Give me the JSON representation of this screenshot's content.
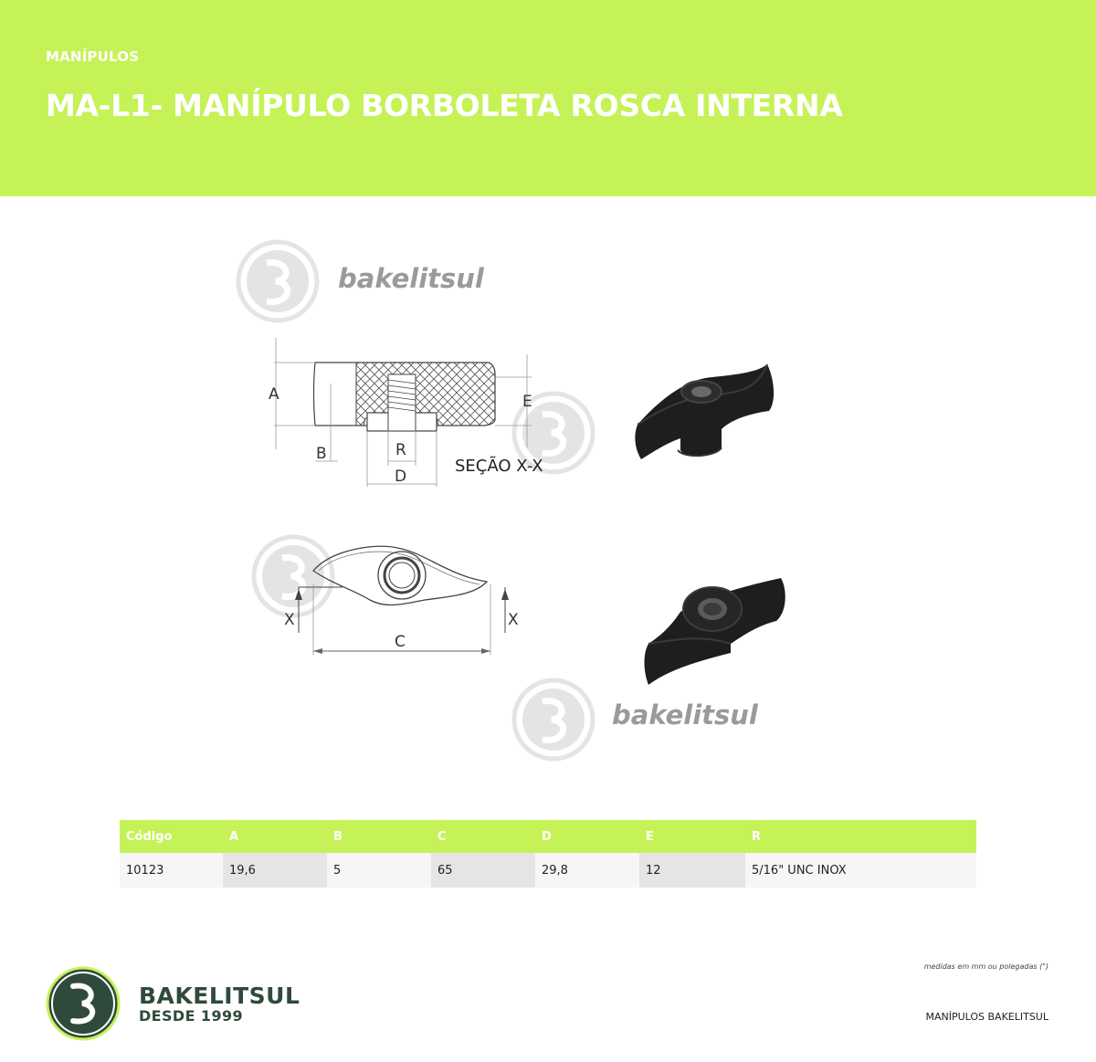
{
  "header": {
    "category": "MANÍPULOS",
    "title": "MA-L1- MANÍPULO BORBOLETA ROSCA INTERNA"
  },
  "watermark": {
    "text": "bakelitsul"
  },
  "drawing": {
    "labels": {
      "a": "A",
      "b": "B",
      "r": "R",
      "d": "D",
      "e": "E",
      "c": "C",
      "x_left": "X",
      "x_right": "X"
    },
    "section": "SEÇÃO X-X"
  },
  "table": {
    "headers": [
      "Código",
      "A",
      "B",
      "C",
      "D",
      "E",
      "R"
    ],
    "rows": [
      [
        "10123",
        "19,6",
        "5",
        "65",
        "29,8",
        "12",
        "5/16\" UNC INOX"
      ]
    ]
  },
  "footer": {
    "brand": "BAKELITSUL",
    "since": "DESDE 1999",
    "note": "medidas em mm ou polegadas (\")",
    "right_text": "MANÍPULOS BAKELITSUL"
  },
  "colors": {
    "accent": "#c5f257",
    "brand_dark": "#2f4a3a",
    "product": "#1e1e1e"
  }
}
